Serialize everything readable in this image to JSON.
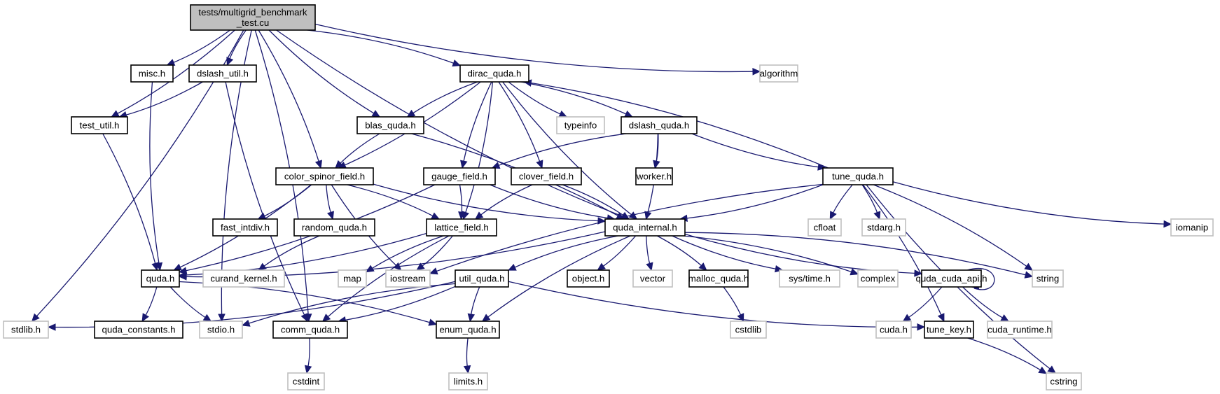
{
  "title": "tests/multigrid_benchmark_test.cu include dependency graph",
  "colors": {
    "edge": "#191970",
    "root_fill": "#bfbfbf",
    "internal_border": "#000000",
    "external_border": "#bfbfbf"
  },
  "nodes": [
    {
      "id": "root",
      "lines": [
        "tests/multigrid_benchmark",
        "_test.cu"
      ],
      "kind": "root"
    },
    {
      "id": "misc",
      "lines": [
        "misc.h"
      ],
      "kind": "internal"
    },
    {
      "id": "dslash_util",
      "lines": [
        "dslash_util.h"
      ],
      "kind": "internal"
    },
    {
      "id": "dirac_quda",
      "lines": [
        "dirac_quda.h"
      ],
      "kind": "internal"
    },
    {
      "id": "algorithm",
      "lines": [
        "algorithm"
      ],
      "kind": "external"
    },
    {
      "id": "test_util",
      "lines": [
        "test_util.h"
      ],
      "kind": "internal"
    },
    {
      "id": "blas_quda",
      "lines": [
        "blas_quda.h"
      ],
      "kind": "internal"
    },
    {
      "id": "typeinfo",
      "lines": [
        "typeinfo"
      ],
      "kind": "external"
    },
    {
      "id": "dslash_quda",
      "lines": [
        "dslash_quda.h"
      ],
      "kind": "internal"
    },
    {
      "id": "color_spinor_field",
      "lines": [
        "color_spinor_field.h"
      ],
      "kind": "internal"
    },
    {
      "id": "gauge_field",
      "lines": [
        "gauge_field.h"
      ],
      "kind": "internal"
    },
    {
      "id": "clover_field",
      "lines": [
        "clover_field.h"
      ],
      "kind": "internal"
    },
    {
      "id": "worker",
      "lines": [
        "worker.h"
      ],
      "kind": "internal"
    },
    {
      "id": "tune_quda",
      "lines": [
        "tune_quda.h"
      ],
      "kind": "internal"
    },
    {
      "id": "fast_intdiv",
      "lines": [
        "fast_intdiv.h"
      ],
      "kind": "internal"
    },
    {
      "id": "random_quda",
      "lines": [
        "random_quda.h"
      ],
      "kind": "internal"
    },
    {
      "id": "lattice_field",
      "lines": [
        "lattice_field.h"
      ],
      "kind": "internal"
    },
    {
      "id": "quda_internal",
      "lines": [
        "quda_internal.h"
      ],
      "kind": "internal"
    },
    {
      "id": "cfloat",
      "lines": [
        "cfloat"
      ],
      "kind": "external"
    },
    {
      "id": "stdarg",
      "lines": [
        "stdarg.h"
      ],
      "kind": "external"
    },
    {
      "id": "iomanip",
      "lines": [
        "iomanip"
      ],
      "kind": "external"
    },
    {
      "id": "quda",
      "lines": [
        "quda.h"
      ],
      "kind": "internal"
    },
    {
      "id": "curand_kernel",
      "lines": [
        "curand_kernel.h"
      ],
      "kind": "external"
    },
    {
      "id": "map",
      "lines": [
        "map"
      ],
      "kind": "external"
    },
    {
      "id": "iostream",
      "lines": [
        "iostream"
      ],
      "kind": "external"
    },
    {
      "id": "util_quda",
      "lines": [
        "util_quda.h"
      ],
      "kind": "internal"
    },
    {
      "id": "object",
      "lines": [
        "object.h"
      ],
      "kind": "internal"
    },
    {
      "id": "vector",
      "lines": [
        "vector"
      ],
      "kind": "external"
    },
    {
      "id": "malloc_quda",
      "lines": [
        "malloc_quda.h"
      ],
      "kind": "internal"
    },
    {
      "id": "sys_time",
      "lines": [
        "sys/time.h"
      ],
      "kind": "external"
    },
    {
      "id": "complex",
      "lines": [
        "complex"
      ],
      "kind": "external"
    },
    {
      "id": "quda_cuda_api",
      "lines": [
        "quda_cuda_api.h"
      ],
      "kind": "internal"
    },
    {
      "id": "string",
      "lines": [
        "string"
      ],
      "kind": "external"
    },
    {
      "id": "stdlib",
      "lines": [
        "stdlib.h"
      ],
      "kind": "external"
    },
    {
      "id": "quda_constants",
      "lines": [
        "quda_constants.h"
      ],
      "kind": "internal"
    },
    {
      "id": "stdio",
      "lines": [
        "stdio.h"
      ],
      "kind": "external"
    },
    {
      "id": "comm_quda",
      "lines": [
        "comm_quda.h"
      ],
      "kind": "internal"
    },
    {
      "id": "enum_quda",
      "lines": [
        "enum_quda.h"
      ],
      "kind": "internal"
    },
    {
      "id": "cstdlib",
      "lines": [
        "cstdlib"
      ],
      "kind": "external"
    },
    {
      "id": "cuda",
      "lines": [
        "cuda.h"
      ],
      "kind": "external"
    },
    {
      "id": "tune_key",
      "lines": [
        "tune_key.h"
      ],
      "kind": "internal"
    },
    {
      "id": "cuda_runtime",
      "lines": [
        "cuda_runtime.h"
      ],
      "kind": "external"
    },
    {
      "id": "cstdint",
      "lines": [
        "cstdint"
      ],
      "kind": "external"
    },
    {
      "id": "limits",
      "lines": [
        "limits.h"
      ],
      "kind": "external"
    },
    {
      "id": "cstring",
      "lines": [
        "cstring"
      ],
      "kind": "external"
    }
  ],
  "edges": [
    [
      "root",
      "misc"
    ],
    [
      "root",
      "dslash_util"
    ],
    [
      "root",
      "dirac_quda"
    ],
    [
      "root",
      "algorithm"
    ],
    [
      "root",
      "test_util"
    ],
    [
      "root",
      "blas_quda"
    ],
    [
      "root",
      "color_spinor_field"
    ],
    [
      "root",
      "quda_internal"
    ],
    [
      "root",
      "stdlib"
    ],
    [
      "root",
      "stdio"
    ],
    [
      "root",
      "comm_quda"
    ],
    [
      "misc",
      "quda"
    ],
    [
      "dslash_util",
      "test_util"
    ],
    [
      "dslash_util",
      "comm_quda"
    ],
    [
      "test_util",
      "quda"
    ],
    [
      "dirac_quda",
      "blas_quda"
    ],
    [
      "dirac_quda",
      "color_spinor_field"
    ],
    [
      "dirac_quda",
      "typeinfo"
    ],
    [
      "dirac_quda",
      "dslash_quda"
    ],
    [
      "dirac_quda",
      "gauge_field"
    ],
    [
      "dirac_quda",
      "clover_field"
    ],
    [
      "dirac_quda",
      "quda_internal"
    ],
    [
      "dirac_quda",
      "lattice_field"
    ],
    [
      "blas_quda",
      "color_spinor_field"
    ],
    [
      "blas_quda",
      "quda_internal"
    ],
    [
      "dslash_quda",
      "gauge_field"
    ],
    [
      "dslash_quda",
      "worker"
    ],
    [
      "dslash_quda",
      "tune_quda"
    ],
    [
      "dslash_quda",
      "quda_internal"
    ],
    [
      "tune_quda",
      "dirac_quda"
    ],
    [
      "tune_quda",
      "quda_internal"
    ],
    [
      "tune_quda",
      "cfloat"
    ],
    [
      "tune_quda",
      "stdarg"
    ],
    [
      "tune_quda",
      "iomanip"
    ],
    [
      "tune_quda",
      "string"
    ],
    [
      "tune_quda",
      "iostream"
    ],
    [
      "tune_quda",
      "tune_key"
    ],
    [
      "tune_quda",
      "cstring"
    ],
    [
      "color_spinor_field",
      "fast_intdiv"
    ],
    [
      "color_spinor_field",
      "random_quda"
    ],
    [
      "color_spinor_field",
      "lattice_field"
    ],
    [
      "color_spinor_field",
      "quda_internal"
    ],
    [
      "color_spinor_field",
      "quda"
    ],
    [
      "color_spinor_field",
      "iostream"
    ],
    [
      "gauge_field",
      "lattice_field"
    ],
    [
      "gauge_field",
      "quda_internal"
    ],
    [
      "gauge_field",
      "quda"
    ],
    [
      "clover_field",
      "lattice_field"
    ],
    [
      "clover_field",
      "quda_internal"
    ],
    [
      "random_quda",
      "curand_kernel"
    ],
    [
      "lattice_field",
      "quda"
    ],
    [
      "lattice_field",
      "map"
    ],
    [
      "lattice_field",
      "iostream"
    ],
    [
      "lattice_field",
      "comm_quda"
    ],
    [
      "quda_internal",
      "quda"
    ],
    [
      "quda_internal",
      "util_quda"
    ],
    [
      "quda_internal",
      "object"
    ],
    [
      "quda_internal",
      "vector"
    ],
    [
      "quda_internal",
      "malloc_quda"
    ],
    [
      "quda_internal",
      "sys_time"
    ],
    [
      "quda_internal",
      "complex"
    ],
    [
      "quda_internal",
      "quda_cuda_api"
    ],
    [
      "quda_internal",
      "string"
    ],
    [
      "quda_internal",
      "enum_quda"
    ],
    [
      "quda",
      "quda_constants"
    ],
    [
      "quda",
      "stdio"
    ],
    [
      "quda",
      "enum_quda"
    ],
    [
      "util_quda",
      "enum_quda"
    ],
    [
      "util_quda",
      "stdlib"
    ],
    [
      "util_quda",
      "stdio"
    ],
    [
      "util_quda",
      "comm_quda"
    ],
    [
      "util_quda",
      "tune_key"
    ],
    [
      "malloc_quda",
      "cstdlib"
    ],
    [
      "quda_cuda_api",
      "quda_cuda_api"
    ],
    [
      "quda_cuda_api",
      "cuda"
    ],
    [
      "quda_cuda_api",
      "cuda_runtime"
    ],
    [
      "comm_quda",
      "cstdint"
    ],
    [
      "enum_quda",
      "limits"
    ],
    [
      "tune_key",
      "cstring"
    ]
  ]
}
